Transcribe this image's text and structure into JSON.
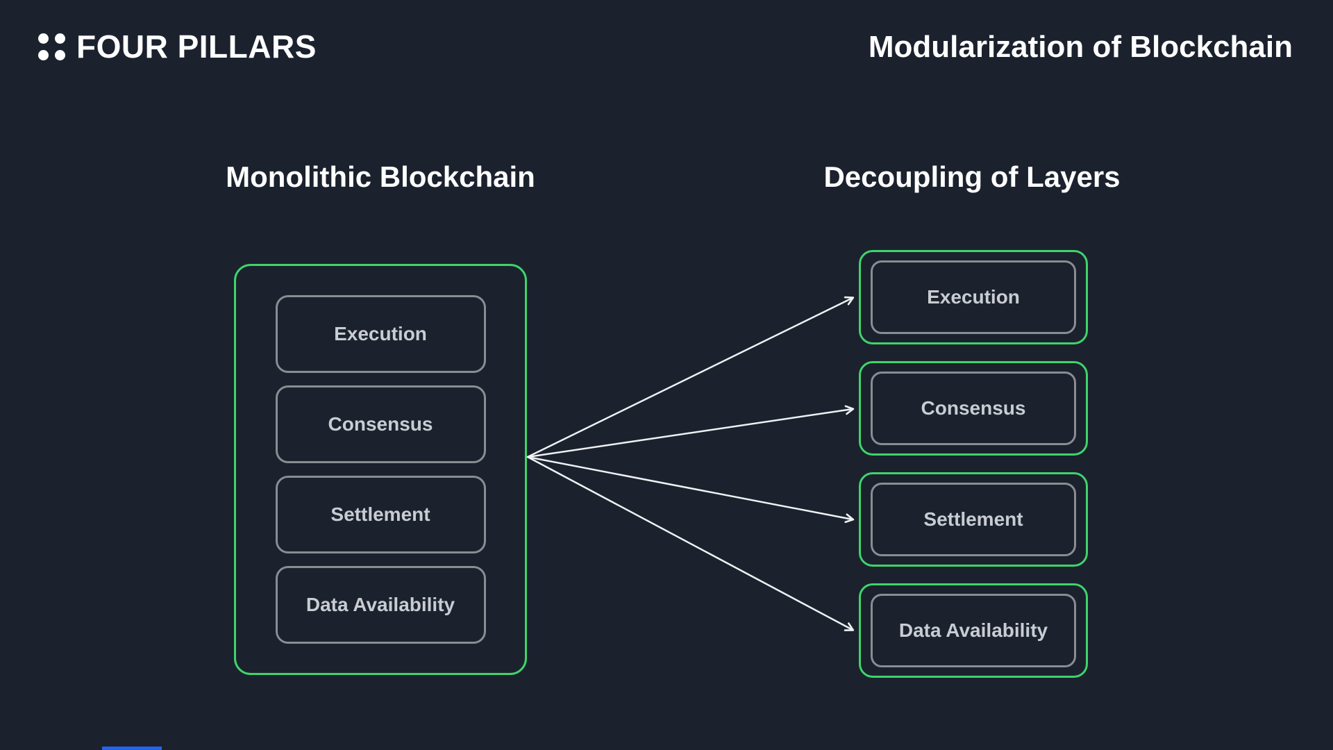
{
  "header": {
    "logo_text": "FOUR PILLARS",
    "title": "Modularization of Blockchain"
  },
  "left_panel": {
    "heading": "Monolithic Blockchain",
    "layers": [
      "Execution",
      "Consensus",
      "Settlement",
      "Data Availability"
    ]
  },
  "right_panel": {
    "heading": "Decoupling of Layers",
    "layers": [
      "Execution",
      "Consensus",
      "Settlement",
      "Data Availability"
    ]
  },
  "colors": {
    "background": "#1b222e",
    "accent_green": "#3fd46a",
    "box_border_gray": "#8a8d91",
    "label_text": "#c9ccd2",
    "heading_text": "#ffffff",
    "arrow": "#f0f1f3",
    "bottom_bar_blue": "#2563eb"
  }
}
